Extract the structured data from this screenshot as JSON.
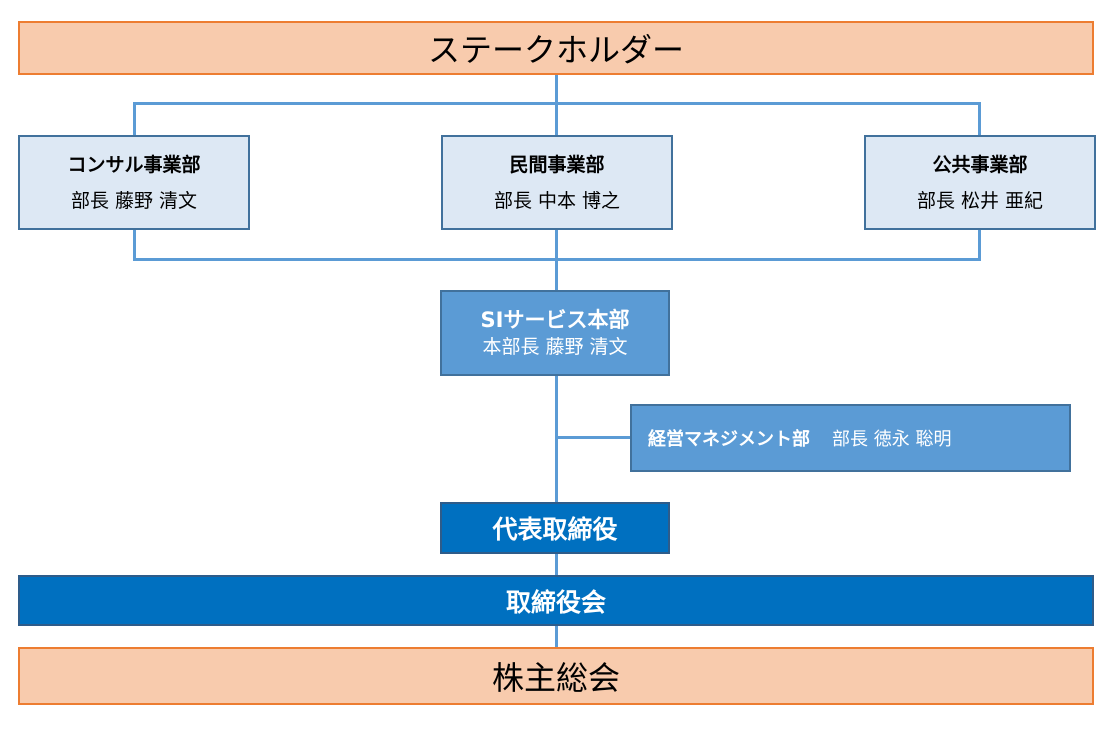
{
  "stakeholder": "ステークホルダー",
  "departments": [
    {
      "name": "コンサル事業部",
      "head": "部長 藤野 清文"
    },
    {
      "name": "民間事業部",
      "head": "部長 中本 博之"
    },
    {
      "name": "公共事業部",
      "head": "部長 松井 亜紀"
    }
  ],
  "si_division": {
    "name": "SIサービス本部",
    "head": "本部長 藤野 清文"
  },
  "management_dept": {
    "name": "経営マネジメント部",
    "head": "部長 徳永 聡明"
  },
  "representative": "代表取締役",
  "board": "取締役会",
  "shareholders": "株主総会",
  "colors": {
    "peach": "#f8cbad",
    "light_blue": "#dde8f4",
    "mid_blue": "#5b9bd5",
    "dark_blue": "#0070c0"
  }
}
